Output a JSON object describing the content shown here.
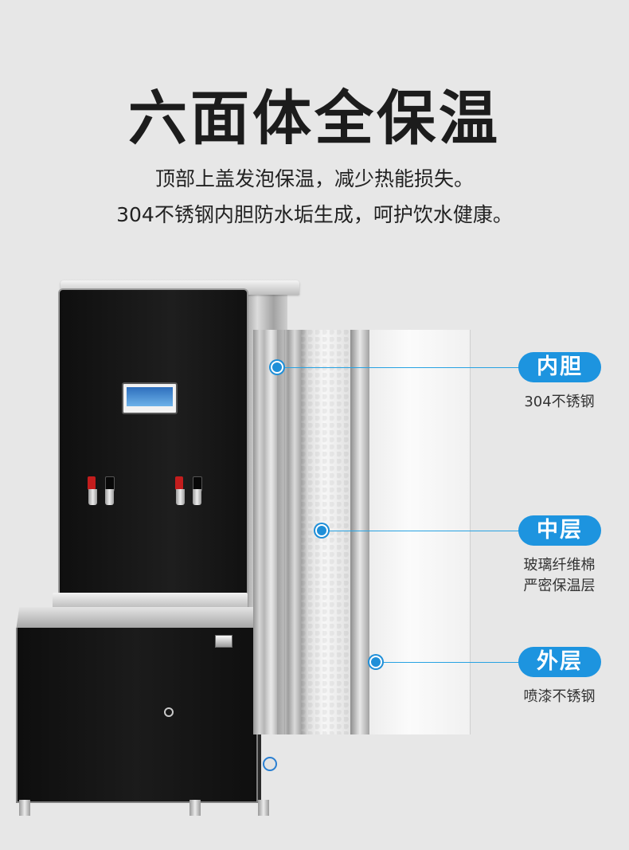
{
  "headline": "六面体全保温",
  "subline": [
    "顶部上盖发泡保温，减少热能损失。",
    "304不锈钢内胆防水垢生成，呵护饮水健康。"
  ],
  "callouts": [
    {
      "label": "内胆",
      "caption": [
        "304不锈钢"
      ]
    },
    {
      "label": "中层",
      "caption": [
        "玻璃纤维棉",
        "严密保温层"
      ]
    },
    {
      "label": "外层",
      "caption": [
        "喷漆不锈钢"
      ]
    }
  ],
  "colors": {
    "accent": "#1d94df",
    "background": "#e7e7e7",
    "headline": "#1c1c1c"
  },
  "icons": [
    "callout-dot-icon",
    "tap-icon",
    "display-screen-icon",
    "lock-icon",
    "drain-valve-icon"
  ]
}
